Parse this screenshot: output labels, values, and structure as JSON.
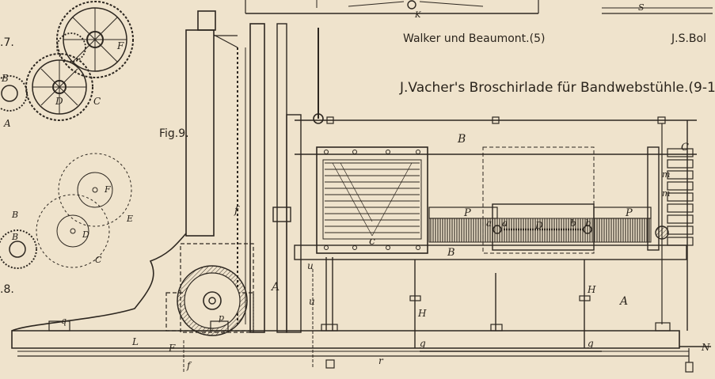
{
  "captions": {
    "walker": "Walker und Beaumont.(5)",
    "bolton": "J.S.Bol",
    "vacher": "J.Vacher's Broschirlade für Bandwebstühle.(9-1",
    "fig9": "Fig.9.",
    "fig7": ".7.",
    "fig8": ".8."
  },
  "labels": {
    "A_main": "A",
    "A_bed": "A",
    "B_top": "B",
    "B_rail": "B",
    "C_box": "c",
    "C_right": "C",
    "D_shaft": "D",
    "a_left": "a",
    "a_left2": "a",
    "b_right": "b",
    "b_right2": "b",
    "P_left": "P",
    "P_right": "P",
    "f_rack": "f",
    "f_bottom": "f",
    "F_frame": "F",
    "H_left": "H",
    "H_right": "H",
    "L_bar": "L",
    "N_end": "N",
    "u_upper": "u",
    "u_lower": "u",
    "g_left": "g",
    "g_right": "g",
    "r_rod": "r",
    "q_knob": "q",
    "p_pin": "p",
    "m_upper": "m",
    "m_lower": "m",
    "K_top": "K",
    "S_top": "S",
    "f7_F": "F",
    "f7_D": "D",
    "f7_C": "C",
    "f7_A": "A",
    "f7_B": "B",
    "f8_F": "F",
    "f8_E": "E",
    "f8_D": "D",
    "f8_C": "C",
    "f8_B1": "B",
    "f8_B2": "B"
  },
  "colors": {
    "paper": "#efe3cc",
    "ink": "#2d2720"
  }
}
